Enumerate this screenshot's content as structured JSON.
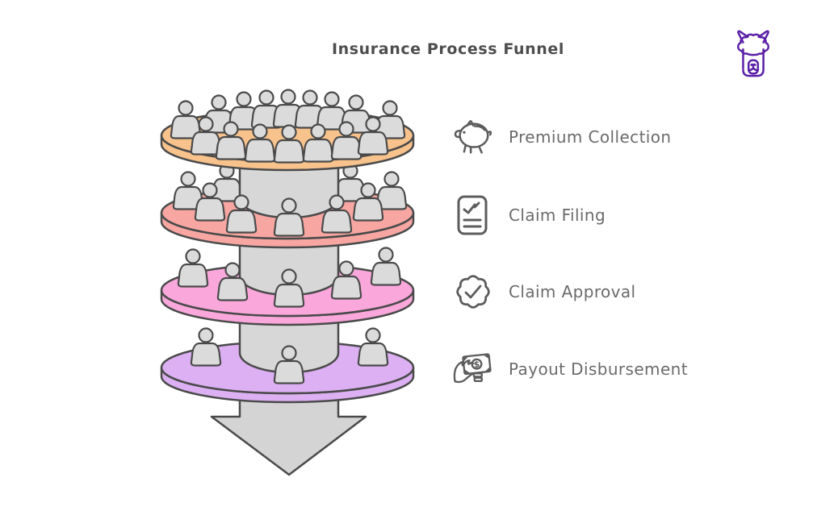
{
  "title": "Insurance Process Funnel",
  "brand": {
    "logo": "llama-logo",
    "color": "#5B21A8"
  },
  "funnel": {
    "outline_color": "#4A4A4A",
    "flow_color": "#D6D6D6",
    "person_color": "#DBDBDB",
    "stages": [
      {
        "label": "Premium Collection",
        "icon": "piggy-bank-icon",
        "color": "#F8C28C",
        "people": 16
      },
      {
        "label": "Claim Filing",
        "icon": "claim-document-icon",
        "color": "#F7A6A2",
        "people": 9
      },
      {
        "label": "Claim Approval",
        "icon": "approval-badge-icon",
        "color": "#FAA7DB",
        "people": 5
      },
      {
        "label": "Payout Disbursement",
        "icon": "payout-hand-icon",
        "color": "#DCB0F2",
        "people": 3
      }
    ]
  }
}
